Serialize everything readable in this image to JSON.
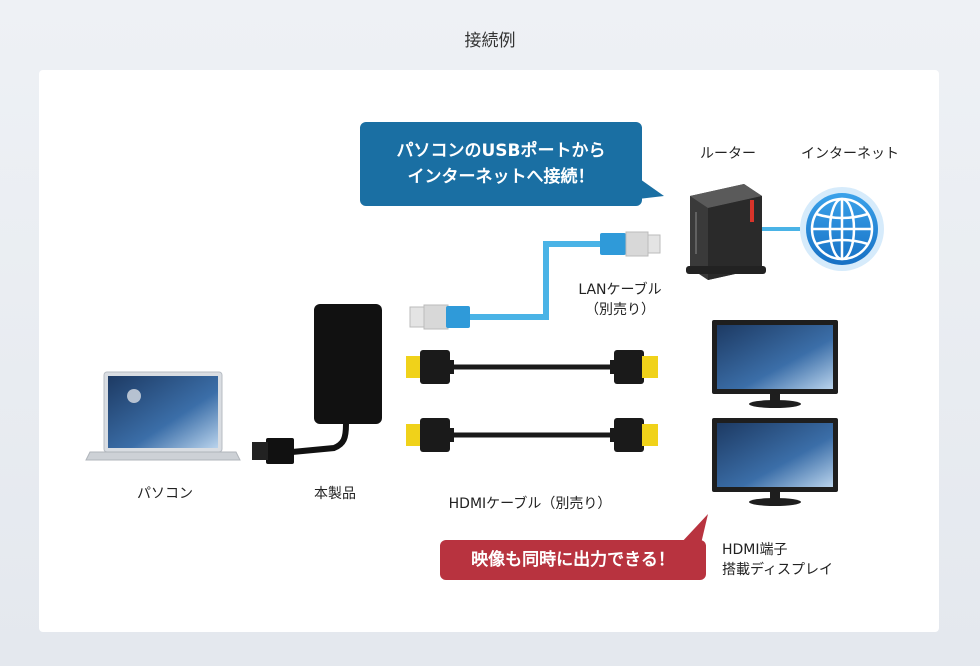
{
  "title": "接続例",
  "callouts": {
    "usb_line1": "パソコンのUSBポートから",
    "usb_line2": "インターネットへ接続！",
    "video": "映像も同時に出力できる！"
  },
  "labels": {
    "pc": "パソコン",
    "product": "本製品",
    "lan_line1": "LANケーブル",
    "lan_line2": "（別売り）",
    "hdmi_cable": "HDMIケーブル（別売り）",
    "router": "ルーター",
    "internet": "インターネット",
    "display_line1": "HDMI端子",
    "display_line2": "搭載ディスプレイ"
  },
  "colors": {
    "blue_callout": "#1a6fa3",
    "red_callout": "#b8333f",
    "lan_cable": "#4ab3e6",
    "hdmi_plug": "#f0d21a",
    "globe": "#2a8fd8"
  },
  "icons": [
    "laptop-icon",
    "adapter-icon",
    "router-icon",
    "globe-icon",
    "monitor-icon",
    "hdmi-plug-icon",
    "lan-plug-icon"
  ]
}
